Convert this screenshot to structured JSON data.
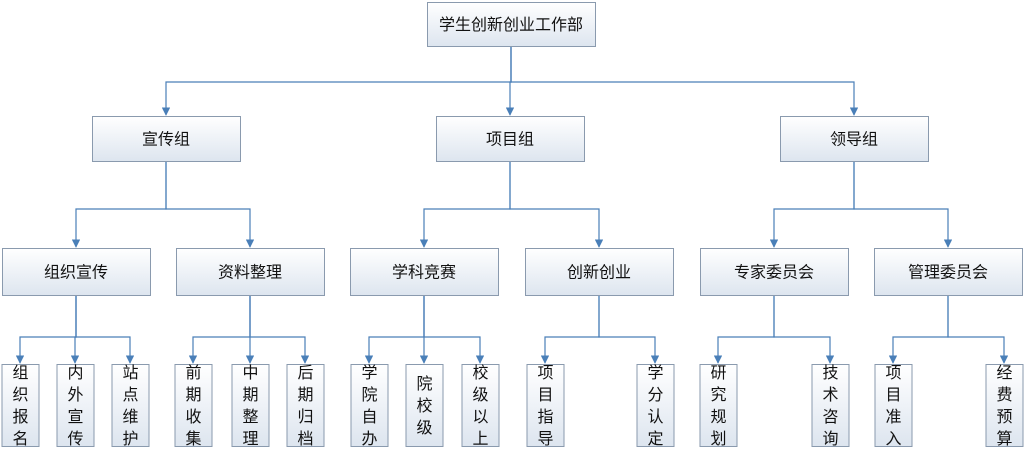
{
  "diagram": {
    "root": "学生创新创业工作部",
    "groups": [
      {
        "label": "宣传组",
        "subgroups": [
          {
            "label": "组织宣传",
            "items": [
              "组织报名",
              "内外宣传",
              "站点维护"
            ]
          },
          {
            "label": "资料整理",
            "items": [
              "前期收集",
              "中期整理",
              "后期归档"
            ]
          }
        ]
      },
      {
        "label": "项目组",
        "subgroups": [
          {
            "label": "学科竞赛",
            "items": [
              "学院自办",
              "院校级",
              "校级以上"
            ]
          },
          {
            "label": "创新创业",
            "items": [
              "项目指导",
              "学分认定"
            ]
          }
        ]
      },
      {
        "label": "领导组",
        "subgroups": [
          {
            "label": "专家委员会",
            "items": [
              "研究规划",
              "技术咨询"
            ]
          },
          {
            "label": "管理委员会",
            "items": [
              "项目准入",
              "经费预算"
            ]
          }
        ]
      }
    ]
  },
  "colors": {
    "edge": "#4a7fb8",
    "node_border": "#8a9aae",
    "node_fill_top": "#ffffff",
    "node_fill_bottom": "#dde5ef",
    "text": "#111111"
  }
}
